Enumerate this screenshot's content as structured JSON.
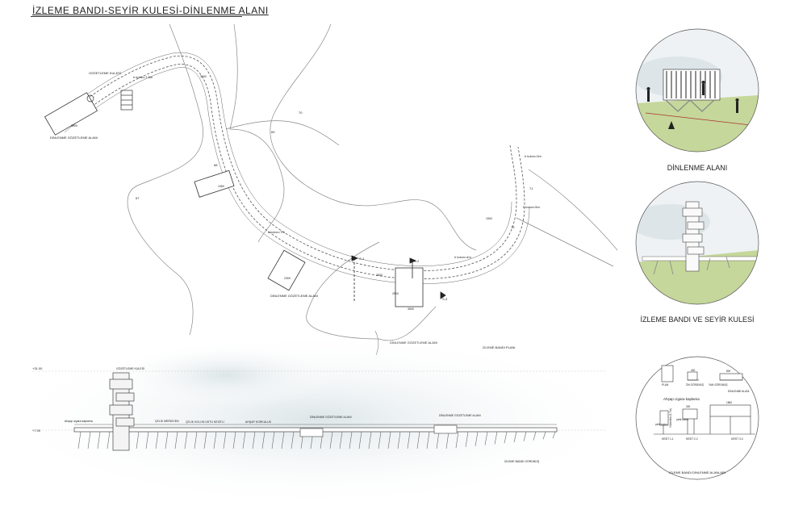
{
  "title": "İZLEME BANDI-SEYİR KULESİ-DİNLENME ALANI",
  "plan": {
    "labels": {
      "gozetleme_kulesi": "GÖZETLEME KULESİ",
      "dinlenme_gozetleme_alani": "DİNLENME GÖZETLEME ALANI",
      "kolon_7_5": "h kolon=7.5m",
      "kolon_3": "h kolon=3m",
      "kolon_5": "h kolon=5m",
      "kolon_7": "h kolon=7m",
      "kolon_4": "h kolon=4m",
      "section_s1": "S-1",
      "section_s2": "S-2",
      "section_s3": "S-3",
      "dinlenme_gozetleme_alani_2": "DİNLENME GÖZETLEME ALANI",
      "dinlenme_gozetleme_alani_3": "DİNLENME GÖZETLEME ALANI",
      "izleme_bandi_plani": "İZLEME BANDI PLANI"
    },
    "contours": [
      "67",
      "68",
      "69",
      "70",
      "71",
      "70"
    ],
    "dims": [
      "3900",
      "1950",
      "2300",
      "3600",
      "2500",
      "3000",
      "1500",
      "2500"
    ]
  },
  "elevation": {
    "levels": [
      "+31.00",
      "+7.00"
    ],
    "labels": {
      "tower": "GÖZETLEME KULESİ",
      "ahsap_cizgi": "Ahşap ızgara kaplama",
      "celik_merdiven": "ÇELİK MERDİVEN",
      "celik_kolon": "ÇELİK KOLON ÜSTÜ KESİTLİ",
      "ahsap_korkuluk": "AHŞAP KORKULUK",
      "rest1": "DİNLENME GÖZETLEME ALANI",
      "rest2": "DİNLENME GÖZETLEME ALANI",
      "caption": "İZLEME BANDI GÖRÜNÜŞ"
    }
  },
  "circles": {
    "c1_caption": "DİNLENME ALANI",
    "c2_caption": "İZLEME BANDI VE SEYİR KULESİ",
    "c3_caption": "İZLEME BANDI DİNLENME ALANLARI",
    "c3_labels": {
      "plan": "PLAN",
      "on": "ÖN GÖRÜNÜŞ",
      "yan": "YAN GÖRÜNÜŞ",
      "dinlenme": "DİNLENME ALANI",
      "ahsap": "Ahşap ızgara kaplama",
      "celik1": "çelik kolon",
      "celik2": "çelik kolon",
      "kesit1": "KESİT 1-1",
      "kesit2": "KESİT 2-2",
      "kesit3": "KESİT 3-3",
      "d400": "400",
      "d800": "800",
      "d1860": "1860",
      "d300": "300",
      "yukseklik": "Yükseklik (3-7m)"
    }
  },
  "colors": {
    "grass": "#c5d79a",
    "sky": "#eef2f4",
    "line": "#444444",
    "cloud": "#dfe7ea"
  }
}
